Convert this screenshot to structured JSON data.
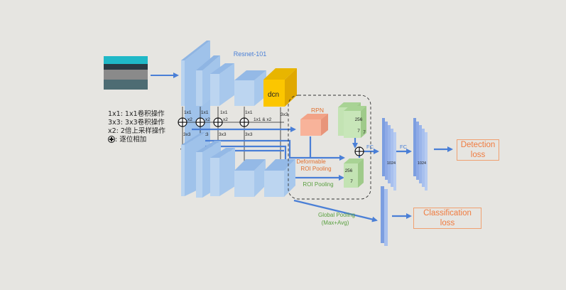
{
  "diagram": {
    "backbone_label": "Resnet-101",
    "dcn_label": "dcn",
    "rpn_label": "RPN",
    "deformable_label_1": "Deformable",
    "deformable_label_2": "ROI Pooling",
    "roi_pooling_label": "ROI Pooling",
    "global_pooling_label_1": "Global Pooling",
    "global_pooling_label_2": "(Max+Avg)",
    "fc_label_1": "FC",
    "fc_label_2": "FC",
    "dim_1024_a": "1024",
    "dim_1024_b": "1024",
    "box_256_top": "256",
    "box_7_top_a": "7",
    "box_7_top_b": "7",
    "box_256_bottom": "256",
    "box_7_bottom": "7",
    "conv_1x1": "1x1",
    "conv_3x3": "3x3",
    "up_x2": "x2",
    "conv_1x1_x2": "1x1 & x2",
    "detection_loss_1": "Detection",
    "detection_loss_2": "loss",
    "classification_loss_1": "Classification",
    "classification_loss_2": "loss"
  },
  "legend": {
    "line1": "1x1: 1x1卷积操作",
    "line2": "3x3: 3x3卷积操作",
    "line3": "x2: 2倍上采样操作",
    "line4": ": 逐位相加"
  },
  "colors": {
    "background": "#e6e5e1",
    "arrow": "#4a7fd6",
    "block_front": "#b9d3ef",
    "dcn": "#fcc600",
    "rpn": "#f8b39a",
    "roi_box": "#bfe0ad",
    "loss_border": "#f0a070",
    "loss_text": "#f07b3f",
    "text_blue": "#4a7fd6",
    "text_orange": "#e07030",
    "text_green": "#5aa040"
  }
}
